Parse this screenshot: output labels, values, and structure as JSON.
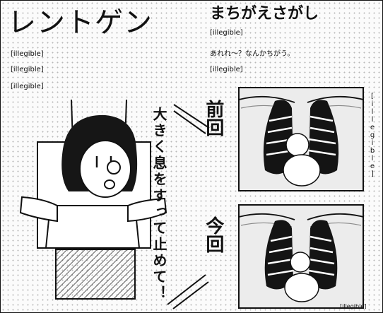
{
  "title": "レントゲン",
  "intro": {
    "line1": "[illegible]",
    "line2": "[illegible]",
    "line3": "[illegible]"
  },
  "speech": {
    "text": "大きく息をすって止めて！"
  },
  "spot_game": {
    "title": "まちがえさがし",
    "line1": "[illegible]",
    "line2": "あれれ～？なんかちがう。",
    "line3": "[illegible]"
  },
  "panels": {
    "before_label": "前回",
    "now_label": "今回"
  },
  "side_note": "[illegible]",
  "signature": "[illegible]"
}
